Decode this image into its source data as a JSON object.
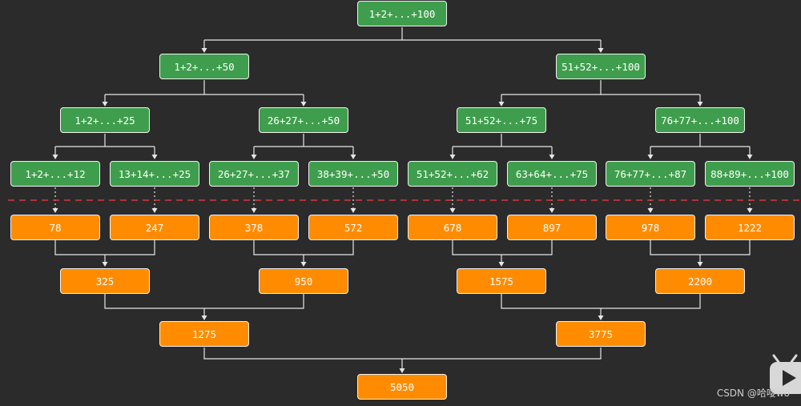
{
  "colors": {
    "background": "#2b2b2b",
    "split_node": "#3f9e4d",
    "merge_node": "#ff8c00",
    "connector": "#e6e6e6",
    "divider": "#d9363e"
  },
  "split": {
    "level0": [
      "1+2+...+100"
    ],
    "level1": [
      "1+2+...+50",
      "51+52+...+100"
    ],
    "level2": [
      "1+2+...+25",
      "26+27+...+50",
      "51+52+...+75",
      "76+77+...+100"
    ],
    "level3": [
      "1+2+...+12",
      "13+14+...+25",
      "26+27+...+37",
      "38+39+...+50",
      "51+52+...+62",
      "63+64+...+75",
      "76+77+...+87",
      "88+89+...+100"
    ]
  },
  "merge": {
    "level3": [
      "78",
      "247",
      "378",
      "572",
      "678",
      "897",
      "978",
      "1222"
    ],
    "level2": [
      "325",
      "950",
      "1575",
      "2200"
    ],
    "level1": [
      "1275",
      "3775"
    ],
    "level0": [
      "5050"
    ]
  },
  "watermark": {
    "text": "CSDN @哈喽wo",
    "icon": "bilibili-tv-icon"
  }
}
